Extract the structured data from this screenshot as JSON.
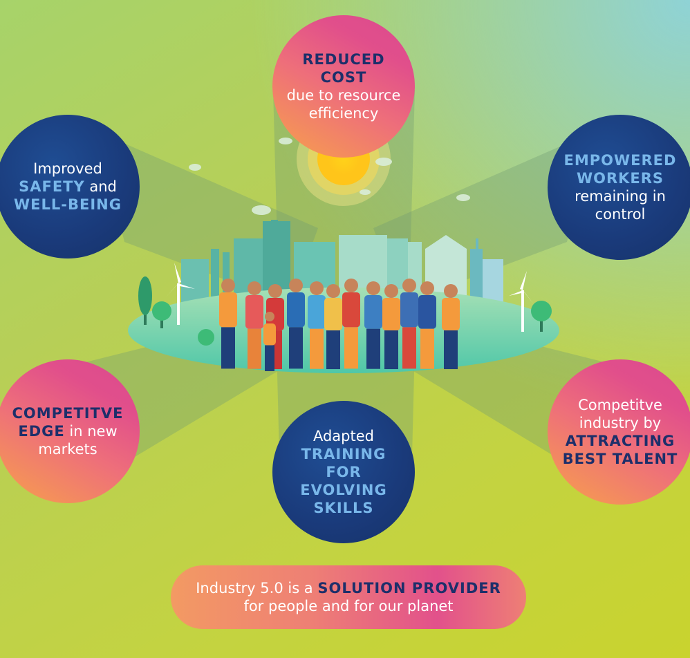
{
  "circles": {
    "top": {
      "line1": "REDUCED COST",
      "line2": "due to resource",
      "line3": "efficiency"
    },
    "top_left": {
      "line1": "Improved",
      "line2_bold": "SAFETY",
      "line2_rest": " and",
      "line3": "WELL-BEING"
    },
    "top_right": {
      "line1": "EMPOWERED",
      "line2": "WORKERS",
      "line3": "remaining in",
      "line4": "control"
    },
    "bottom_left": {
      "line1": "COMPETITVE",
      "line2_bold": "EDGE",
      "line2_rest": " in new",
      "line3": "markets"
    },
    "bottom_center": {
      "line1": "Adapted",
      "line2": "TRAINING",
      "line3": "FOR EVOLVING",
      "line4": "SKILLS"
    },
    "bottom_right": {
      "line1": "Competitve",
      "line2": "industry by",
      "line3": "ATTRACTING",
      "line4": "BEST TALENT"
    }
  },
  "banner": {
    "line1_start": "Industry 5.0 is a ",
    "line1_bold": "SOLUTION PROVIDER",
    "line2": "for people and for our planet"
  },
  "colors": {
    "pink": "#e14f8b",
    "orange": "#f7a24a",
    "navy": "#1a3a7a",
    "light_blue_text": "#79b7ea",
    "dark_blue_text": "#1d2f6a"
  },
  "icons": [
    "factory-illustration",
    "wind-turbine-icon",
    "sun-icon",
    "cloud-icon",
    "tree-icon",
    "people-group-illustration"
  ]
}
